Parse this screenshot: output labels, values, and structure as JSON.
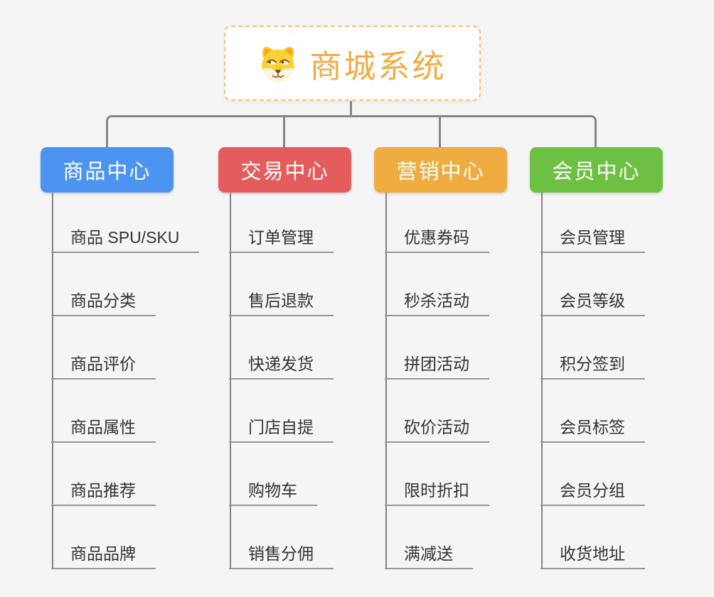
{
  "root": {
    "label": "商城系统",
    "icon": "dog-face-icon",
    "text_color": "#f0ac44",
    "border_color": "#f5be6e"
  },
  "connector_color": "#858585",
  "branches": [
    {
      "label": "商品中心",
      "color": "#4d94f0",
      "children": [
        "商品 SPU/SKU",
        "商品分类",
        "商品评价",
        "商品属性",
        "商品推荐",
        "商品品牌"
      ]
    },
    {
      "label": "交易中心",
      "color": "#e45c5c",
      "children": [
        "订单管理",
        "售后退款",
        "快递发货",
        "门店自提",
        "购物车",
        "销售分佣"
      ]
    },
    {
      "label": "营销中心",
      "color": "#efad41",
      "children": [
        "优惠券码",
        "秒杀活动",
        "拼团活动",
        "砍价活动",
        "限时折扣",
        "满减送"
      ]
    },
    {
      "label": "会员中心",
      "color": "#6ec043",
      "children": [
        "会员管理",
        "会员等级",
        "积分签到",
        "会员标签",
        "会员分组",
        "收货地址"
      ]
    }
  ]
}
